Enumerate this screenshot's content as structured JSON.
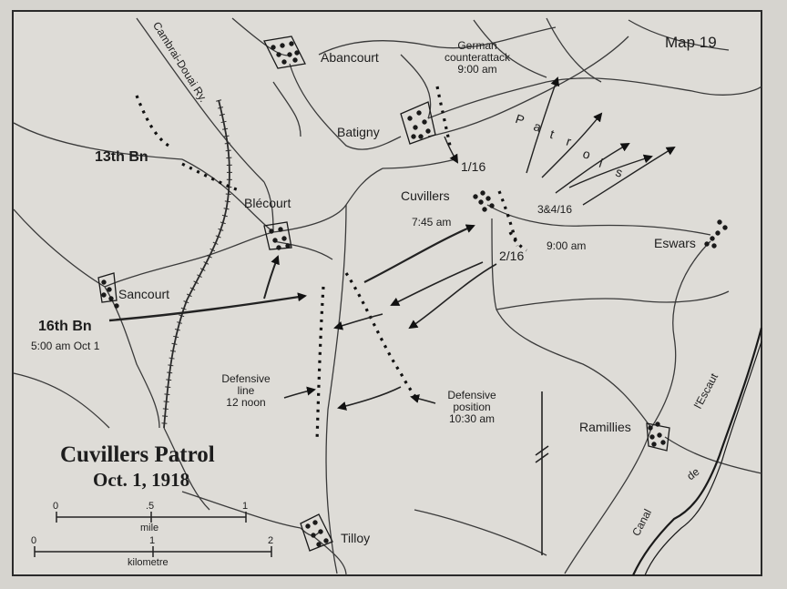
{
  "map": {
    "map_number": "Map 19",
    "title": "Cuvillers Patrol",
    "date": "Oct. 1, 1918"
  },
  "places": {
    "abancourt": "Abancourt",
    "batigny": "Batigny",
    "blecourt": "Blécourt",
    "cuvillers": "Cuvillers",
    "cuvillers_time": "7:45 am",
    "sancourt": "Sancourt",
    "eswars": "Eswars",
    "ramillies": "Ramillies",
    "tilloy": "Tilloy"
  },
  "features": {
    "railway": "Cambrai-Douai Ry.",
    "river": "l'Escaut",
    "canal_word": "Canal",
    "canal_de": "de"
  },
  "units": {
    "bn13": "13th Bn",
    "bn16": "16th Bn",
    "bn16_time": "5:00 am Oct 1"
  },
  "annotations": {
    "german_counterattack": [
      "German",
      "counterattack",
      "9:00 am"
    ],
    "patrols": [
      "P",
      "a",
      "t",
      "r",
      "o",
      "l",
      "s"
    ],
    "company_1_16": "1/16",
    "company_3_4_16": "3&4/16",
    "company_3_4_time": "9:00 am",
    "company_2_16": "2/16",
    "defensive_line": [
      "Defensive",
      "line",
      "12 noon"
    ],
    "defensive_position": [
      "Defensive",
      "position",
      "10:30 am"
    ]
  },
  "scale_bars": {
    "mile_ticks": [
      "0",
      ".5",
      "1"
    ],
    "mile_unit": "mile",
    "km_ticks": [
      "0",
      "1",
      "2"
    ],
    "km_unit": "kilometre"
  }
}
